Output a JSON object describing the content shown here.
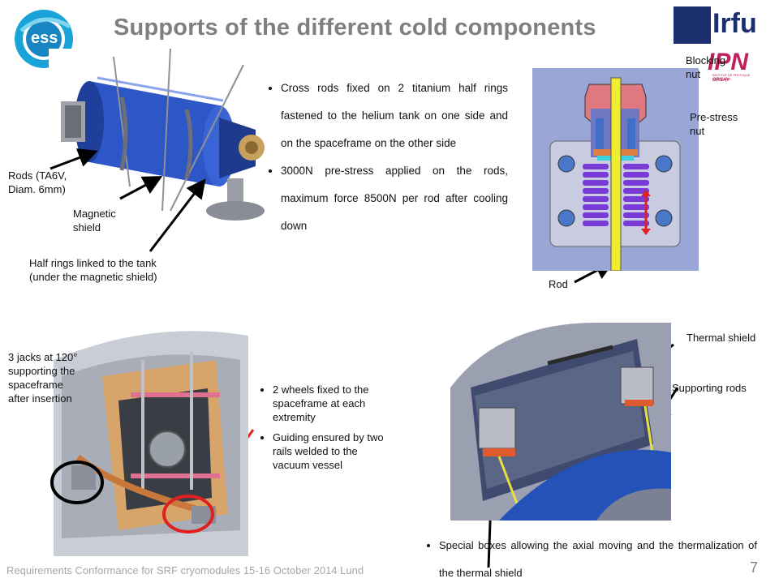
{
  "title": "Supports of the different cold components",
  "logos": {
    "ess": "ess",
    "irfu": "Irfu",
    "ipn": "IPN",
    "ipn_sub": "INSTITUT DE PHYSIQUE NUCLÉAIRE",
    "orsay": "ORSAY"
  },
  "top_left_labels": {
    "rods": "Rods (TA6V,\nDiam. 6mm)",
    "magnetic_shield": "Magnetic\nshield",
    "half_rings": "Half rings linked to the tank\n(under the magnetic shield)"
  },
  "top_bullets": [
    "Cross rods fixed on 2 titanium half rings fastened to the helium tank on one side and on the spaceframe on the other side",
    "3000N pre-stress applied on the rods, maximum force 8500N per rod after cooling down"
  ],
  "top_right_labels": {
    "blocking_nut": "Blocking\nnut",
    "prestress_nut": "Pre-stress\nnut",
    "rod": "Rod"
  },
  "bottom_left_labels": {
    "jacks": "3 jacks at 120°\nsupporting the\nspaceframe\nafter insertion"
  },
  "bottom_mid_bullets": [
    "2 wheels fixed to the spaceframe at each extremity",
    "Guiding ensured by two rails welded to the vacuum vessel"
  ],
  "bottom_right_labels": {
    "thermal_shield": "Thermal shield",
    "supporting_rods": "Supporting rods"
  },
  "bottom_right_bullet": "Special boxes allowing the axial moving and the thermalization of the thermal shield",
  "footer": "Requirements Conformance for SRF cryomodules 15-16 October 2014     Lund",
  "page_number": "7",
  "colors": {
    "title": "#7f7f7f",
    "footer": "#a6a6a6",
    "blue_tank": "#2f55c8",
    "arrow": "#000000",
    "red_arrow": "#e02020"
  }
}
